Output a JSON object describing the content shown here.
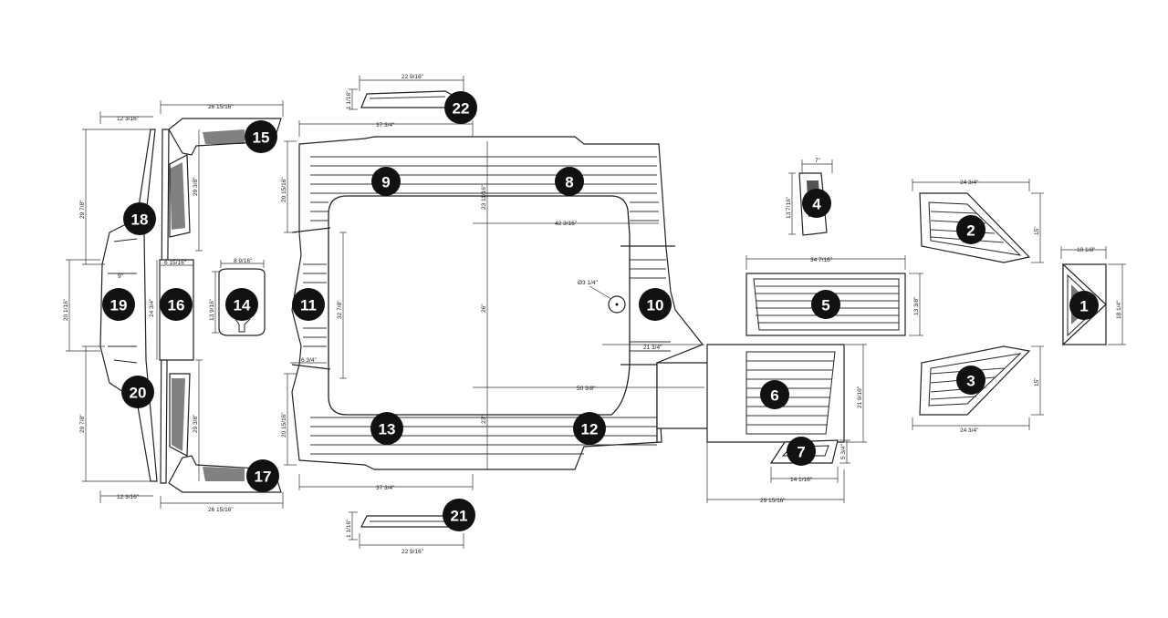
{
  "badges": [
    "1",
    "2",
    "3",
    "4",
    "5",
    "6",
    "7",
    "8",
    "9",
    "10",
    "11",
    "12",
    "13",
    "14",
    "15",
    "16",
    "17",
    "18",
    "19",
    "20",
    "21",
    "22"
  ],
  "dimensions": {
    "d_22_width": "22 9/16\"",
    "d_22_height": "1 1/16\"",
    "d_21_width": "22 9/16\"",
    "d_21_height": "1 1/16\"",
    "d_top_26": "26 15/16\"",
    "d_bottom_26": "26 15/16\"",
    "d_top_12": "12 3/16\"",
    "d_bottom_12": "12 3/16\"",
    "d_left_29a": "29 7/8\"",
    "d_left_29b": "29 7/8\"",
    "d_left_20": "20 1/16\"",
    "d_19_9": "9\"",
    "d_16_24": "24 3/4\"",
    "d_16_6": "6 15/16\"",
    "d_15_29": "29 3/8\"",
    "d_17_29": "29 3/8\"",
    "d_14_w": "8 9/16\"",
    "d_14_h": "13 9/16\"",
    "d_top_37": "37 3/4\"",
    "d_bottom_37": "37 3/4\"",
    "d_9_20": "20 15/16\"",
    "d_13_20": "20 15/16\"",
    "d_11_32": "32 7/8\"",
    "d_11_6": "6 3/4\"",
    "d_center_23": "23 11/16\"",
    "d_center_26": "26\"",
    "d_center_23b": "23\"",
    "d_8_42": "42 3/16\"",
    "d_12_50": "50 3/8\"",
    "d_hole": "Ø3 1/4\"",
    "d_10_21": "21 3/4\"",
    "d_4_w": "7\"",
    "d_4_h": "13 7/16\"",
    "d_2_w": "24 3/4\"",
    "d_2_h": "15\"",
    "d_3_w": "24 3/4\"",
    "d_3_h": "15\"",
    "d_1_w": "10 1/8\"",
    "d_1_h": "18 1/4\"",
    "d_5_w": "34 7/16\"",
    "d_5_h": "13 3/8\"",
    "d_6_h": "21 9/16\"",
    "d_7_w": "14 1/16\"",
    "d_7_h": "5 3/4\"",
    "d_bottom_29": "29 15/16\""
  }
}
